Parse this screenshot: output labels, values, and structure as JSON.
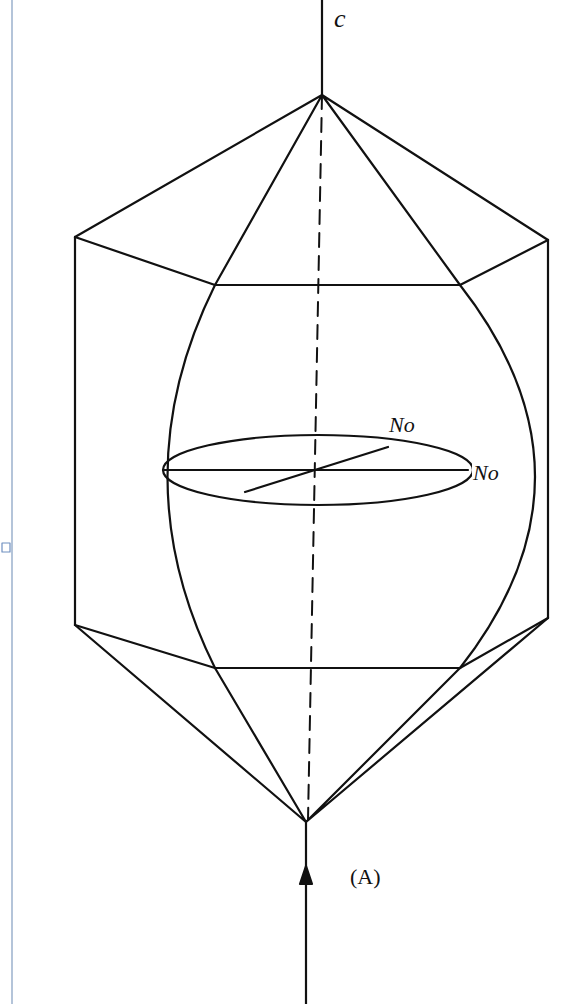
{
  "diagram": {
    "labels": [
      "c",
      "No",
      "No",
      "(A)"
    ]
  }
}
